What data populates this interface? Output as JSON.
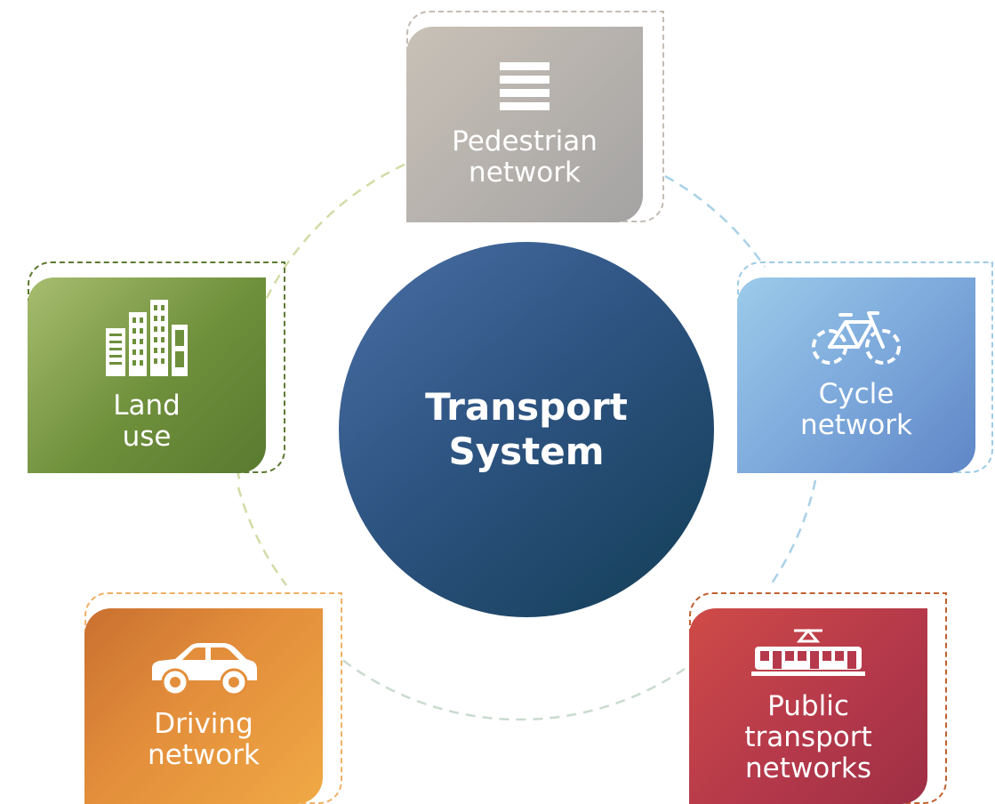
{
  "center": {
    "line1": "Transport",
    "line2": "System"
  },
  "nodes": {
    "pedestrian": {
      "line1": "Pedestrian",
      "line2": "network",
      "icon": "pedestrian-crossing-icon"
    },
    "cycle": {
      "line1": "Cycle",
      "line2": "network",
      "icon": "bicycle-icon"
    },
    "public": {
      "line1": "Public",
      "line2": "transport",
      "line3": "networks",
      "icon": "tram-icon"
    },
    "driving": {
      "line1": "Driving",
      "line2": "network",
      "icon": "car-icon"
    },
    "land": {
      "line1": "Land",
      "line2": "use",
      "icon": "buildings-icon"
    }
  },
  "colors": {
    "center": "#2e5482",
    "pedestrian": "#b3aca4",
    "cycle": "#7eaedc",
    "public": "#b5394a",
    "driving": "#e48f3a",
    "land": "#7a9a45"
  }
}
